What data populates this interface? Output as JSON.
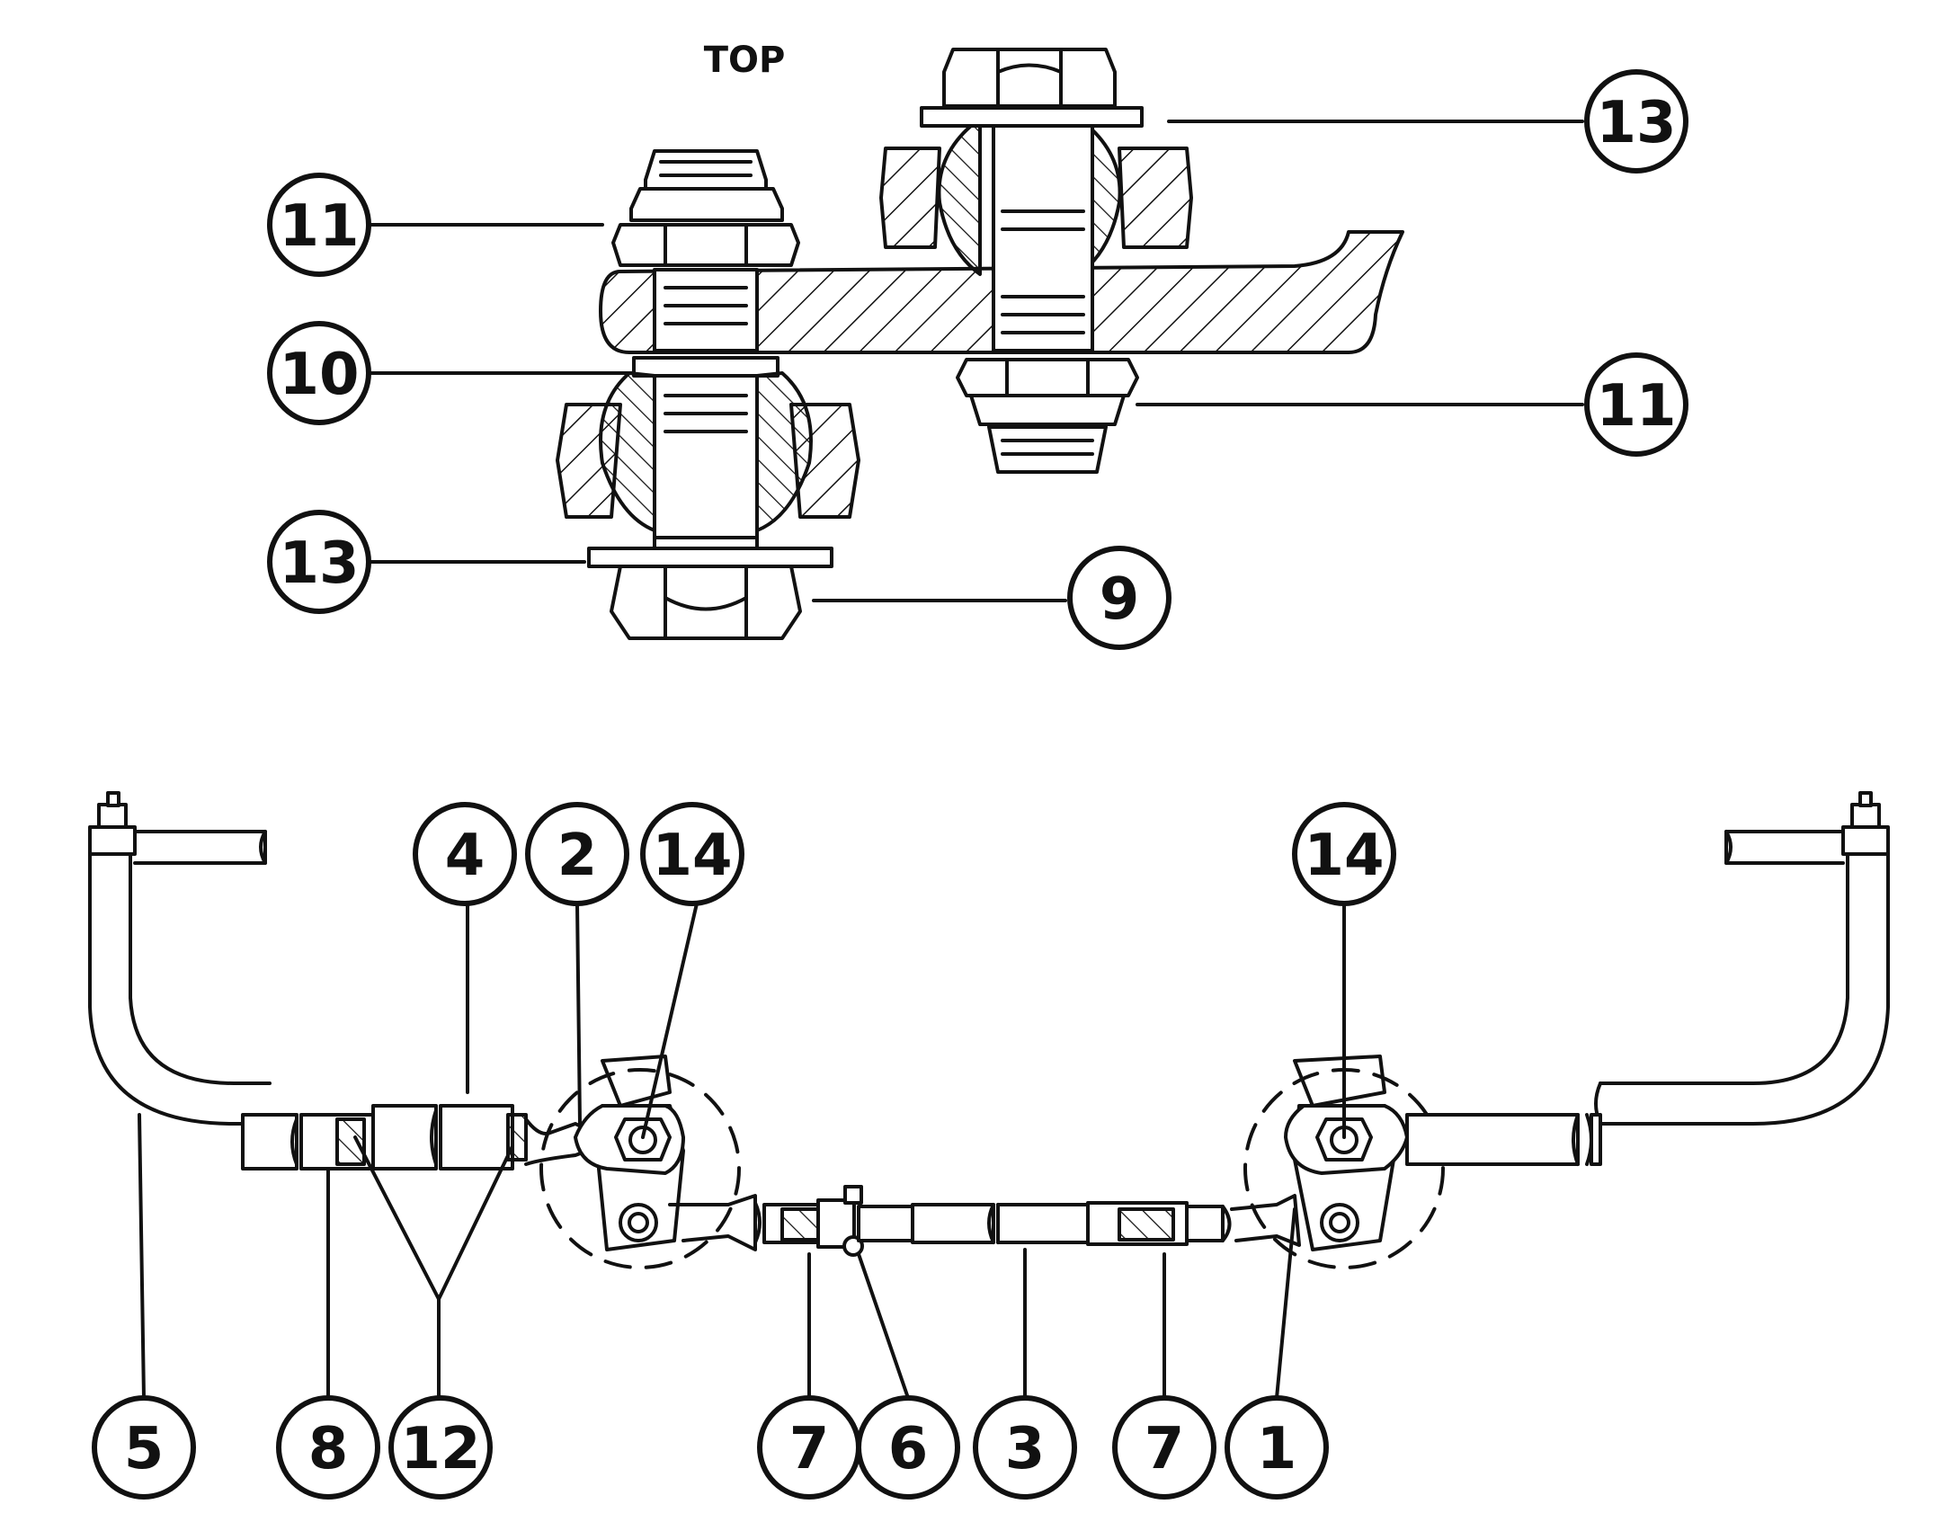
{
  "top_view_label": "TOP",
  "callouts": {
    "c11_a": "11",
    "c10": "10",
    "c13_a": "13",
    "c9": "9",
    "c13_b": "13",
    "c11_b": "11",
    "c4": "4",
    "c2": "2",
    "c14_a": "14",
    "c14_b": "14",
    "c5": "5",
    "c8": "8",
    "c12": "12",
    "c7_a": "7",
    "c6": "6",
    "c3": "3",
    "c7_b": "7",
    "c1": "1"
  }
}
